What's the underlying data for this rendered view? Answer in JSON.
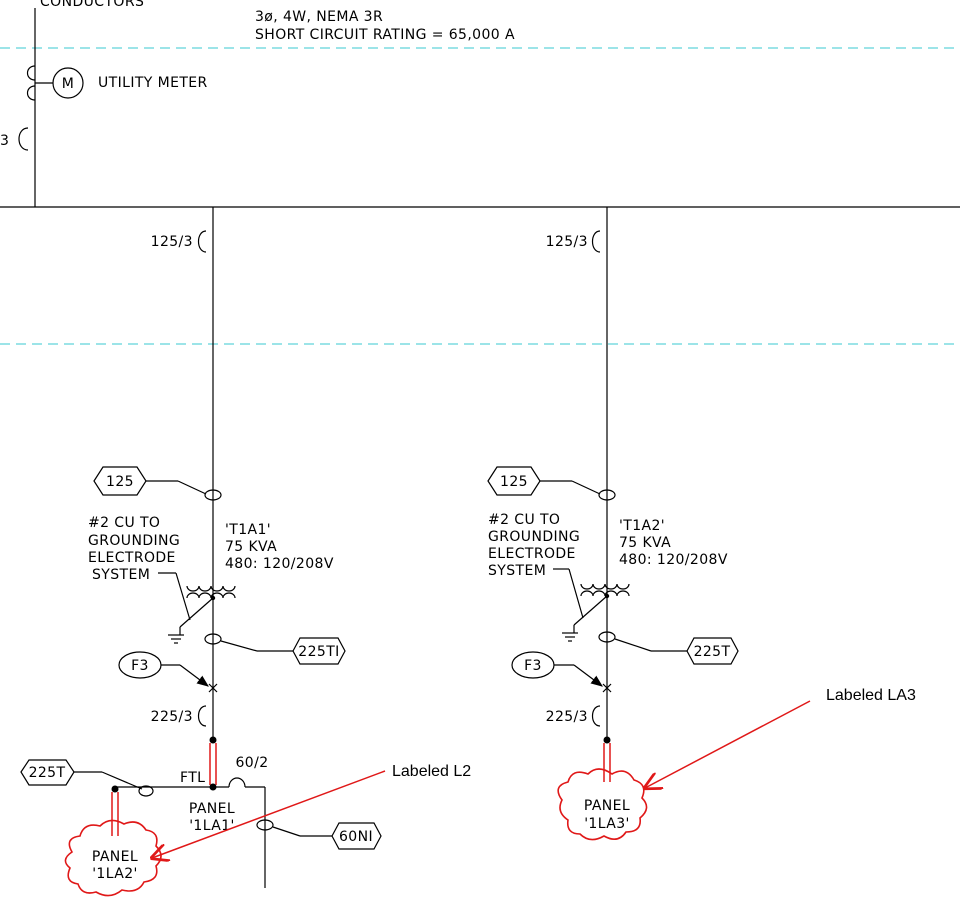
{
  "header": {
    "top_fragment": "CONDUCTORS",
    "rating_line1": "3ø, 4W, NEMA 3R",
    "rating_line2": "SHORT CIRCUIT RATING = 65,000 A"
  },
  "utility": {
    "meter_symbol": "M",
    "meter_label": "UTILITY METER",
    "breaker_fragment": "3"
  },
  "left_branch": {
    "main_breaker": "125/3",
    "feeder_tag": "125",
    "ground_note": [
      "#2 CU TO",
      "GROUNDING",
      "ELECTRODE",
      "SYSTEM"
    ],
    "transformer": [
      "'T1A1'",
      "75 KVA",
      "480: 120/208V"
    ],
    "sec_tag": "225TI",
    "fuse_tag": "F3",
    "sec_breaker": "225/3",
    "feeder_tag_2": "225T",
    "ftl_label": "FTL",
    "sub_breaker": "60/2",
    "panel_label": [
      "PANEL",
      "'1LA1'"
    ],
    "sub_tag": "60NI",
    "cloud_panel": [
      "PANEL",
      "'1LA2'"
    ],
    "annotation": "Labeled L2"
  },
  "right_branch": {
    "main_breaker": "125/3",
    "feeder_tag": "125",
    "ground_note": [
      "#2 CU TO",
      "GROUNDING",
      "ELECTRODE",
      "SYSTEM"
    ],
    "transformer": [
      "'T1A2'",
      "75 KVA",
      "480: 120/208V"
    ],
    "sec_tag": "225T",
    "fuse_tag": "F3",
    "sec_breaker": "225/3",
    "cloud_panel": [
      "PANEL",
      "'1LA3'"
    ],
    "annotation": "Labeled LA3"
  },
  "colors": {
    "line": "#000000",
    "markup": "#e01818",
    "guide": "#39c8d0"
  }
}
